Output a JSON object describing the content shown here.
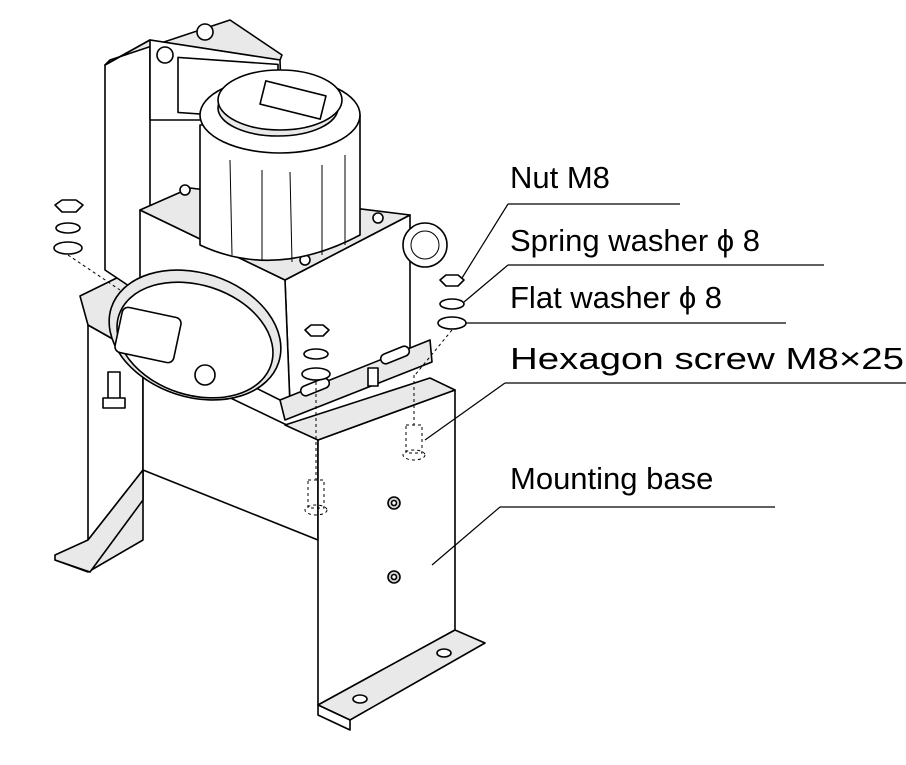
{
  "labels": {
    "nut": "Nut M8",
    "spring_washer": "Spring washer ϕ 8",
    "flat_washer": "Flat washer ϕ 8",
    "hex_screw": "Hexagon screw M8×25",
    "mounting_base": "Mounting base"
  },
  "colors": {
    "ink": "#000000",
    "paper": "#ffffff",
    "shade_light": "#e9e9e9",
    "shade_dark": "#d2d2d2"
  }
}
